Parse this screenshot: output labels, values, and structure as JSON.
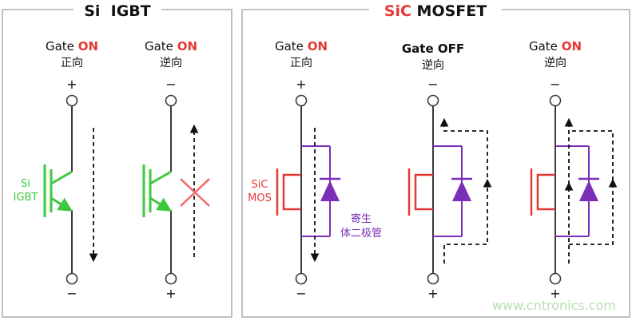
{
  "panels": {
    "si_title": "Si  IGBT",
    "sic_title_red": "SiC",
    "sic_title_black": " MOSFET"
  },
  "columns": [
    {
      "gate_prefix": "Gate ",
      "gate_state": "ON",
      "direction": "正向",
      "top_sign": "+",
      "bottom_sign": "−"
    },
    {
      "gate_prefix": "Gate ",
      "gate_state": "ON",
      "direction": "逆向",
      "top_sign": "−",
      "bottom_sign": "+"
    },
    {
      "gate_prefix": "Gate ",
      "gate_state": "ON",
      "direction": "正向",
      "top_sign": "+",
      "bottom_sign": "−"
    },
    {
      "gate_prefix": "Gate ",
      "gate_state": "OFF",
      "direction": "逆向",
      "top_sign": "−",
      "bottom_sign": "+"
    },
    {
      "gate_prefix": "Gate ",
      "gate_state": "ON",
      "direction": "逆向",
      "top_sign": "−",
      "bottom_sign": "+"
    }
  ],
  "labels": {
    "igbt_line1": "Si",
    "igbt_line2": "IGBT",
    "mos_line1": "SiC",
    "mos_line2": "MOS",
    "diode_line1": "寄生",
    "diode_line2": "体二极管"
  },
  "watermark": "www.cntronics.com",
  "colors": {
    "red": "#e53935",
    "green": "#3ec83e",
    "purple": "#7b2fb8",
    "wire": "#3a3a3a",
    "frame": "#9a9a9a",
    "watermark": "#b7dfb0"
  }
}
